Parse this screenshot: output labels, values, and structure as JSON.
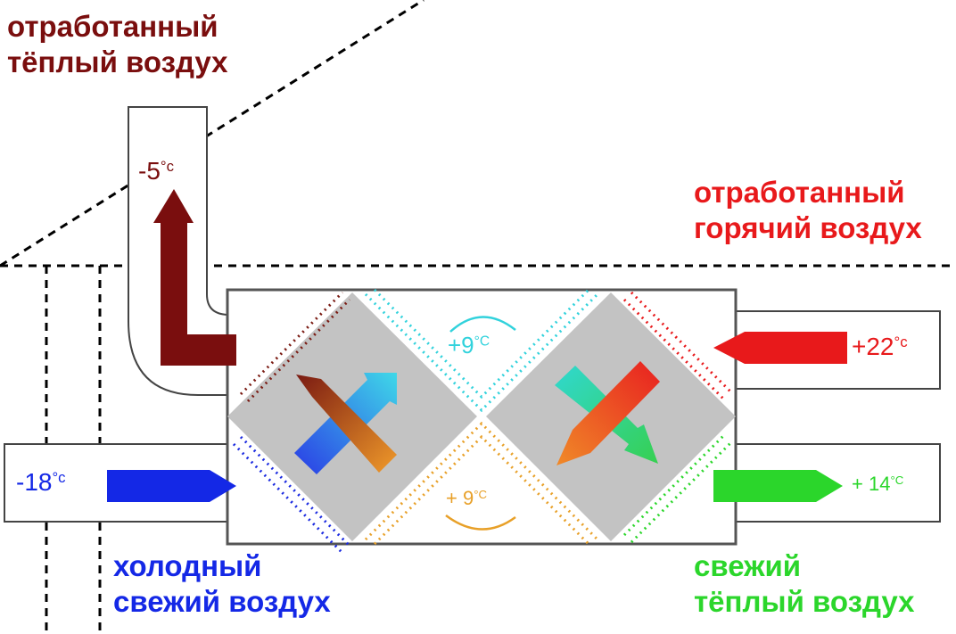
{
  "labels": {
    "exhaust_warm": {
      "line1": "отработанный",
      "line2": "тёплый воздух"
    },
    "exhaust_hot": {
      "line1": "отработанный",
      "line2": "горячий воздух"
    },
    "cold_fresh": {
      "line1": "холодный",
      "line2": "свежий воздух"
    },
    "fresh_warm": {
      "line1": "свежий",
      "line2": "тёплый воздух"
    }
  },
  "temperatures": {
    "exhaust_out": {
      "value": "-5",
      "unit": "°c"
    },
    "hot_in": {
      "value": "+22",
      "unit": "°c"
    },
    "cold_in": {
      "value": "-18",
      "unit": "°c"
    },
    "warm_out": {
      "value": "+ 14",
      "unit": "°C"
    },
    "upper_gap": {
      "value": "+9",
      "unit": "°C"
    },
    "lower_gap": {
      "value": "+ 9",
      "unit": "°C"
    }
  },
  "colors": {
    "dark_red": "#7a0e0e",
    "red": "#e8191b",
    "blue": "#1428e6",
    "green": "#2bd62b",
    "cyan": "#31d2dc",
    "orange": "#e8a028",
    "gray": "#c3c3c3",
    "outline": "#555555"
  }
}
